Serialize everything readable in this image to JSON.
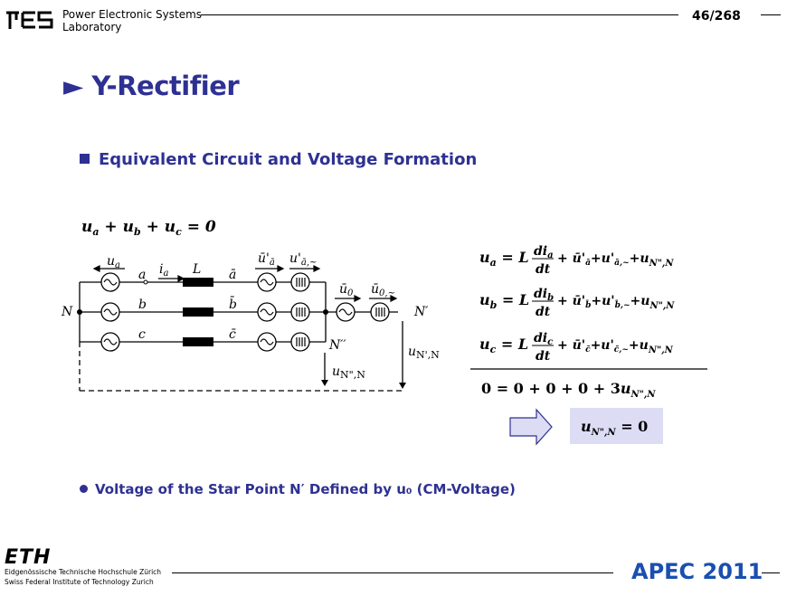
{
  "header": {
    "logo_text": "PES",
    "lab_line1": "Power Electronic Systems",
    "lab_line2": "Laboratory",
    "page_number": "46/268"
  },
  "slide": {
    "title_marker": "►",
    "title": "Y-Rectifier",
    "subtitle": "Equivalent Circuit and Voltage Formation",
    "bullet": "Voltage of the Star Point N′ Defined by u₀ (CM-Voltage)"
  },
  "equations": {
    "sum": "ua + ub + uc = 0",
    "result": "uN\",N = 0"
  },
  "circuit": {
    "node_N": "N",
    "node_Nprime": "N′",
    "node_Ndprime": "N′′",
    "phases": [
      "a",
      "b",
      "c"
    ],
    "inductor": "L",
    "u_N2N": "uN\",N",
    "u_N1N": "uN',N"
  },
  "footer": {
    "eth_logo": "ETH",
    "eth_line1": "Eidgenössische Technische Hochschule Zürich",
    "eth_line2": "Swiss Federal Institute of Technology Zurich",
    "conference": "APEC 2011"
  },
  "colors": {
    "accent": "#2e3192",
    "arrow_fill": "#dcdcf5",
    "result_box": "#dcdcf5",
    "apec": "#1a4fb0"
  }
}
